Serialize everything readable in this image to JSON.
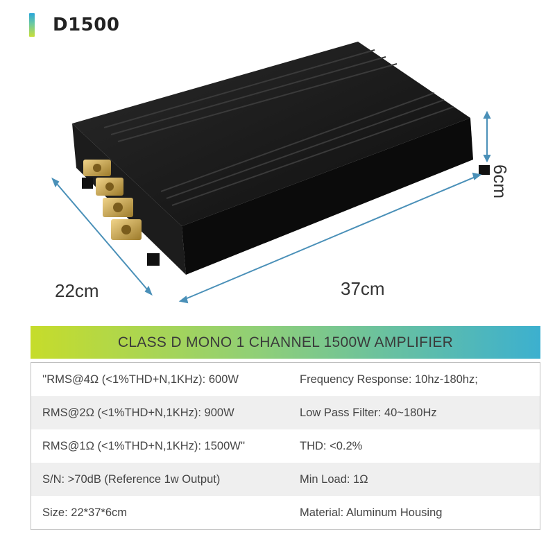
{
  "title": "D1500",
  "dimensions": {
    "depth": "22cm",
    "length": "37cm",
    "height": "6cm"
  },
  "banner": "CLASS D MONO 1 CHANNEL 1500W AMPLIFIER",
  "specs": [
    {
      "left": "''RMS@4Ω (<1%THD+N,1KHz): 600W",
      "right": "Frequency Response: 10hz-180hz;"
    },
    {
      "left": "RMS@2Ω (<1%THD+N,1KHz): 900W",
      "right": "Low Pass Filter: 40~180Hz"
    },
    {
      "left": "RMS@1Ω (<1%THD+N,1KHz): 1500W''",
      "right": "THD: <0.2%"
    },
    {
      "left": "S/N: >70dB (Reference 1w Output)",
      "right": "Min Load: 1Ω"
    },
    {
      "left": "Size: 22*37*6cm",
      "right": "Material: Aluminum Housing"
    }
  ],
  "colors": {
    "arrow": "#4a90b8",
    "housing": "#161616",
    "terminal": "#c9a24a"
  }
}
